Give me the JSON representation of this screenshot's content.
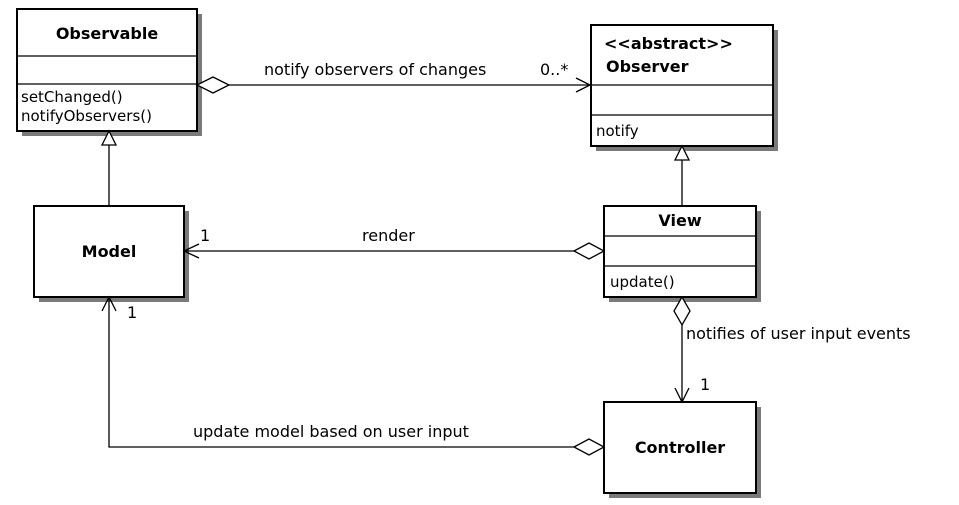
{
  "classes": {
    "observable": {
      "name": "Observable",
      "methods": [
        "setChanged()",
        "notifyObservers()"
      ]
    },
    "observer": {
      "stereotype": "<<abstract>>",
      "name": "Observer",
      "methods": [
        "notify"
      ]
    },
    "view": {
      "name": "View",
      "methods": [
        "update()"
      ]
    },
    "model": {
      "name": "Model"
    },
    "controller": {
      "name": "Controller"
    }
  },
  "relations": {
    "observable_observer": {
      "label": "notify observers of changes",
      "multiplicity": "0..*"
    },
    "view_model": {
      "label": "render",
      "multiplicity": "1"
    },
    "view_controller": {
      "label": "notifies of user input events",
      "multiplicity": "1"
    },
    "controller_model": {
      "label": "update model based on user input",
      "multiplicity": "1"
    }
  }
}
